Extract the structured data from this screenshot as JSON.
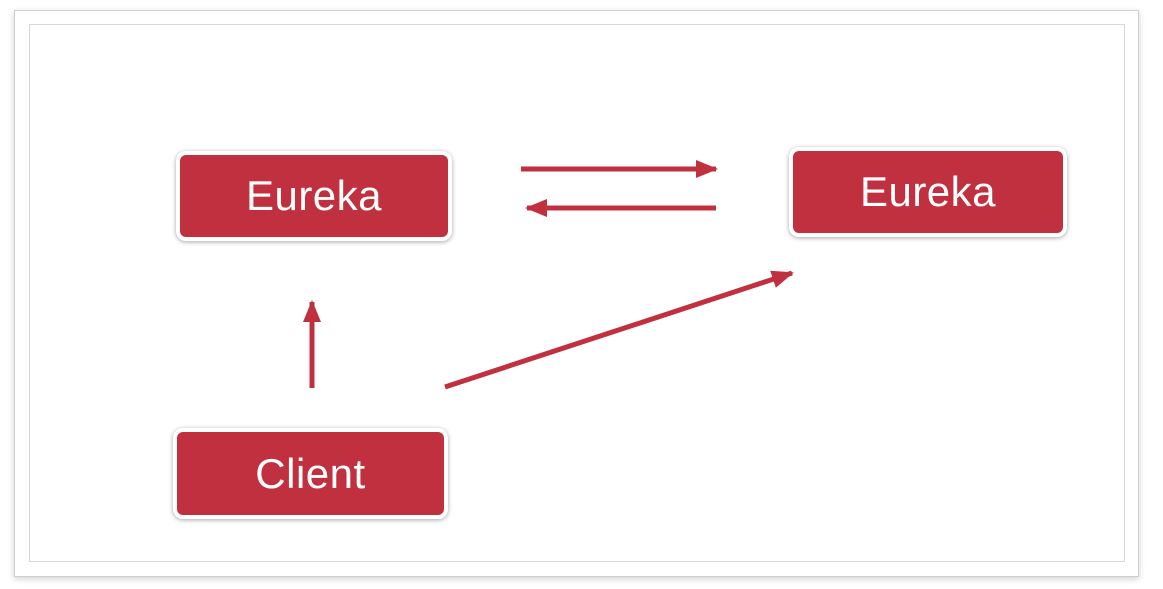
{
  "diagram": {
    "colors": {
      "node_fill": "#c1303f",
      "node_text": "#ffffff",
      "arrow": "#c1303f",
      "background": "#ffffff"
    },
    "nodes": {
      "eureka_left": {
        "label": "Eureka"
      },
      "eureka_right": {
        "label": "Eureka"
      },
      "client": {
        "label": "Client"
      }
    },
    "edges": [
      {
        "from": "eureka_left",
        "to": "eureka_right"
      },
      {
        "from": "eureka_right",
        "to": "eureka_left"
      },
      {
        "from": "client",
        "to": "eureka_left"
      },
      {
        "from": "client",
        "to": "eureka_right"
      }
    ]
  }
}
